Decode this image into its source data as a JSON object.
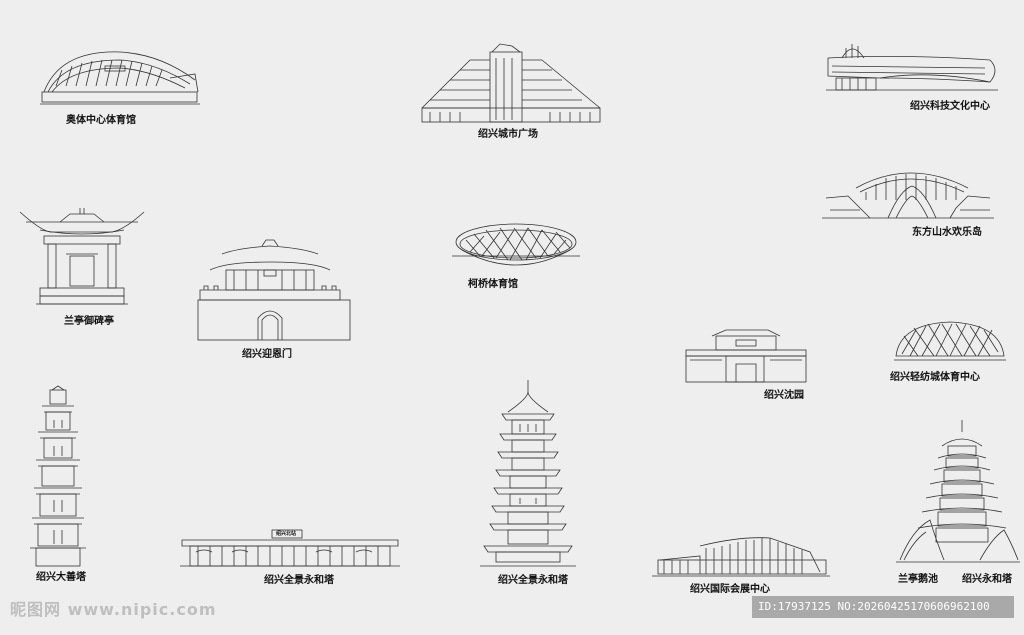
{
  "labels": {
    "olympic": "奥体中心体育馆",
    "plaza": "绍兴城市广场",
    "scitech": "绍兴科技文化中心",
    "dongfang": "东方山水欢乐岛",
    "lanting_pav": "兰亭御碑亭",
    "yingen": "绍兴迎恩门",
    "keqiao": "柯桥体育馆",
    "shenyuan": "绍兴沈园",
    "textile": "绍兴轻纺城体育中心",
    "dashan": "绍兴大善塔",
    "station": "绍兴全景永和塔",
    "yonghe": "绍兴全景永和塔",
    "expo": "绍兴国际会展中心",
    "elan": "兰亭鹅池",
    "yonghe2": "绍兴永和塔"
  },
  "signs": {
    "station": "绍兴北站"
  },
  "watermark": {
    "left": "昵图网 www.nipic.com",
    "right": "ID:17937125 NO:20260425170606962100"
  },
  "colors": {
    "background": "#eeeeee",
    "line": "#333333",
    "watermark_box": "#a9a9a9"
  }
}
